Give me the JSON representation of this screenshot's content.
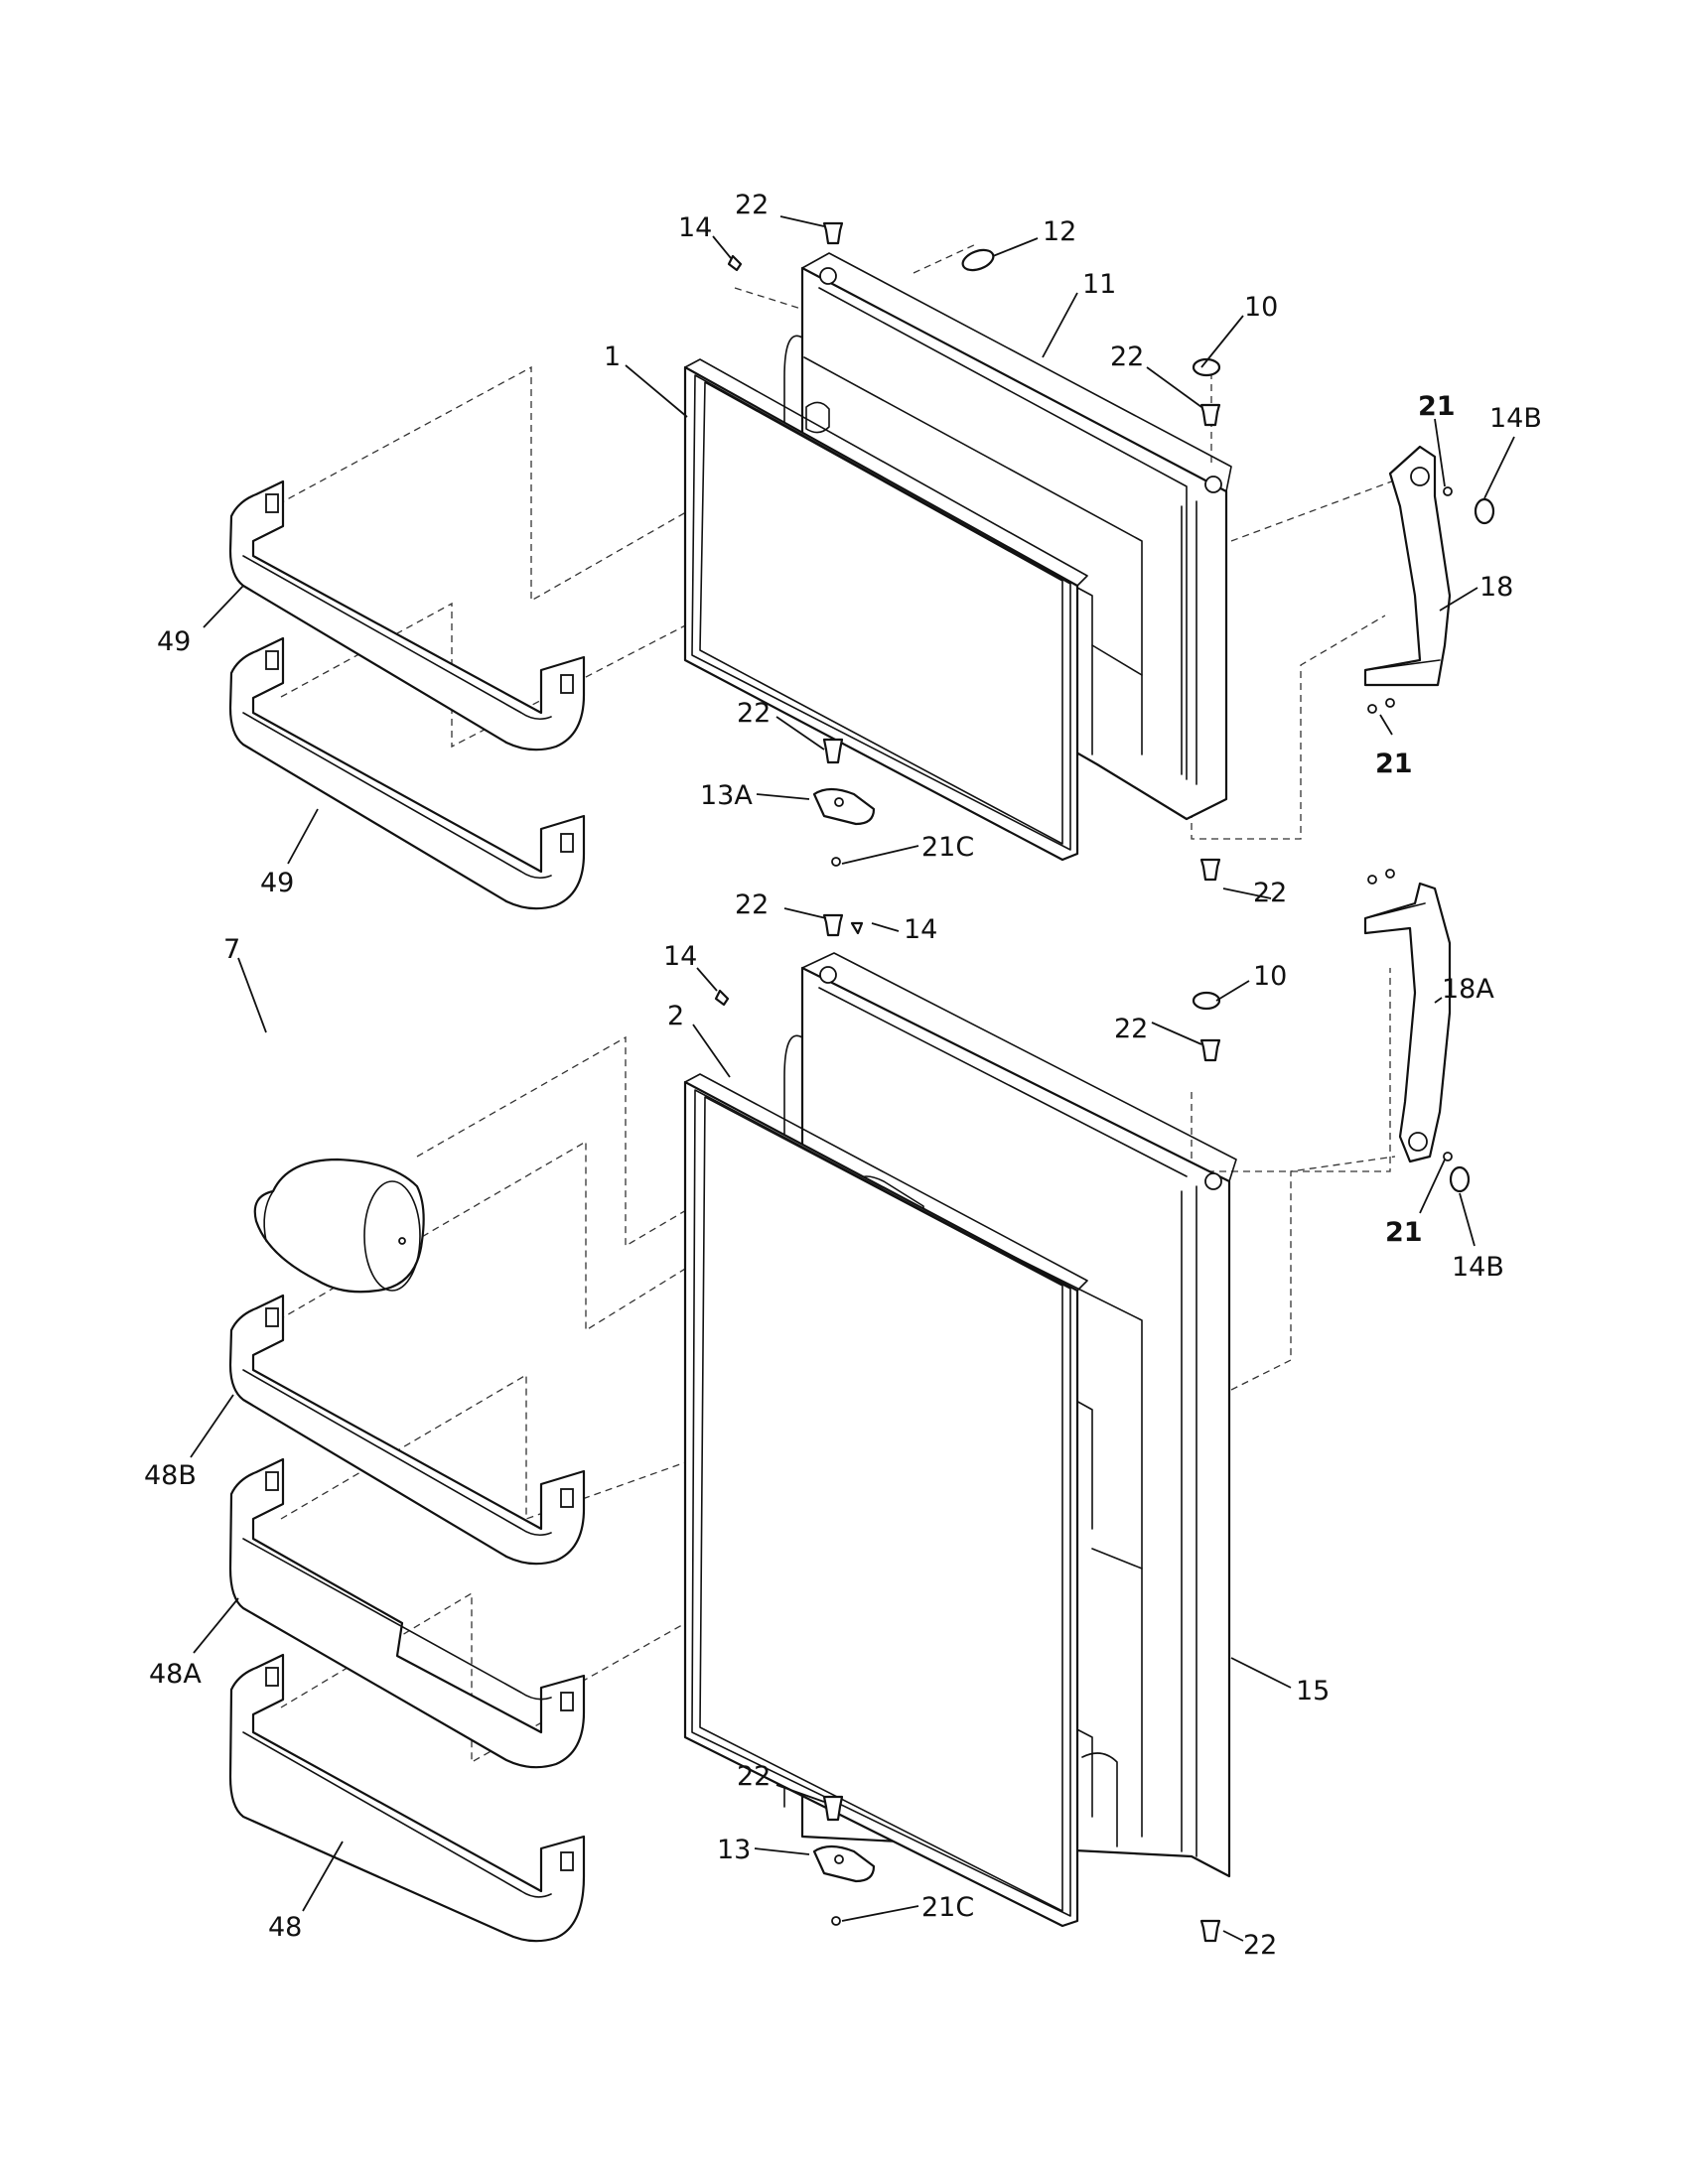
{
  "callouts": [
    {
      "id": "c-22-top",
      "text": "22"
    },
    {
      "id": "c-14-top",
      "text": "14"
    },
    {
      "id": "c-12",
      "text": "12"
    },
    {
      "id": "c-11",
      "text": "11"
    },
    {
      "id": "c-10-top",
      "text": "10"
    },
    {
      "id": "c-22-upper-right",
      "text": "22"
    },
    {
      "id": "c-1",
      "text": "1"
    },
    {
      "id": "c-21-top",
      "text": "21",
      "bold": true
    },
    {
      "id": "c-14b-top",
      "text": "14B"
    },
    {
      "id": "c-18",
      "text": "18"
    },
    {
      "id": "c-49-upper",
      "text": "49"
    },
    {
      "id": "c-22-upper-bottom",
      "text": "22"
    },
    {
      "id": "c-21-mid",
      "text": "21",
      "bold": true
    },
    {
      "id": "c-13a",
      "text": "13A"
    },
    {
      "id": "c-49-lower",
      "text": "49"
    },
    {
      "id": "c-21c-upper",
      "text": "21C"
    },
    {
      "id": "c-22-upper-hinge",
      "text": "22"
    },
    {
      "id": "c-22-lower-top",
      "text": "22"
    },
    {
      "id": "c-14-lower-a",
      "text": "14"
    },
    {
      "id": "c-7",
      "text": "7"
    },
    {
      "id": "c-14-lower-b",
      "text": "14"
    },
    {
      "id": "c-18a",
      "text": "18A"
    },
    {
      "id": "c-10-lower",
      "text": "10"
    },
    {
      "id": "c-2",
      "text": "2"
    },
    {
      "id": "c-22-lower-right",
      "text": "22"
    },
    {
      "id": "c-21-lower",
      "text": "21",
      "bold": true
    },
    {
      "id": "c-14b-lower",
      "text": "14B"
    },
    {
      "id": "c-48b",
      "text": "48B"
    },
    {
      "id": "c-48a",
      "text": "48A"
    },
    {
      "id": "c-15",
      "text": "15"
    },
    {
      "id": "c-22-lower-bottom",
      "text": "22"
    },
    {
      "id": "c-13",
      "text": "13"
    },
    {
      "id": "c-48",
      "text": "48"
    },
    {
      "id": "c-21c-lower",
      "text": "21C"
    },
    {
      "id": "c-22-lower-hinge",
      "text": "22"
    }
  ]
}
